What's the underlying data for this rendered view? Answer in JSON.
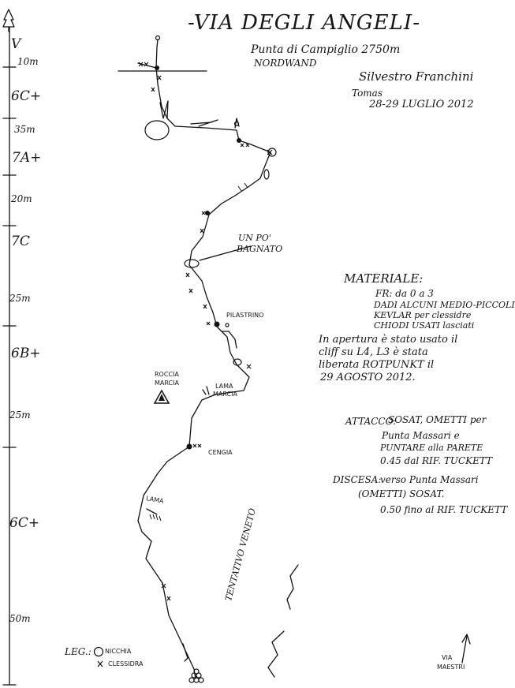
{
  "title": "-VIA DEGLI ANGELI-",
  "subtitle": "Punta di Campiglio 2750m",
  "face": "NORDWAND",
  "authors": [
    "Silvestro Franchini",
    "Tomas"
  ],
  "date": "28-29 LUGLIO 2012",
  "scale": [
    {
      "grade": "V",
      "length": "10m"
    },
    {
      "grade": "6C+",
      "length": "35m"
    },
    {
      "grade": "7A+",
      "length": "20m"
    },
    {
      "grade": "7C",
      "length": "25m"
    },
    {
      "grade": "6B+",
      "length": "25m"
    },
    {
      "grade": "6C+",
      "length": "50m"
    }
  ],
  "labels": {
    "un_po_bagnato": [
      "UN PO'",
      "BAGNATO"
    ],
    "pilastrino": "PILASTRINO",
    "roccia_marcia": [
      "ROCCIA",
      "MARCIA"
    ],
    "lama_marcia": [
      "LAMA",
      "MARCIA"
    ],
    "cengia": "CENGIA",
    "lama": "LAMA",
    "tentativo": "TENTATIVO VENETO",
    "via_maestri": [
      "VIA",
      "MAESTRI"
    ]
  },
  "materiale": {
    "heading": "MATERIALE:",
    "lines": [
      "FR: da 0 a 3",
      "DADI ALCUNI MEDIO-PICCOLI",
      "KEVLAR per clessidre",
      "CHIODI USATI lasciati",
      "In apertura è stato usato il",
      "cliff su L4, L3 è stata",
      "liberata ROTPUNKT il",
      "29 AGOSTO 2012."
    ]
  },
  "attacco": {
    "heading": "ATTACCO:",
    "lines": [
      "SOSAT, OMETTI per",
      "Punta Massari e",
      "PUNTARE alla PARETE",
      "0.45 dal RIF. TUCKETT"
    ]
  },
  "discesa": {
    "heading": "DISCESA:",
    "lines": [
      "verso Punta Massari",
      "(OMETTI) SOSAT.",
      "0.50 fino al RIF. TUCKETT"
    ]
  },
  "legend": {
    "heading": "LEG.:",
    "items": [
      "NICCHIA",
      "CLESSIDRA"
    ]
  }
}
